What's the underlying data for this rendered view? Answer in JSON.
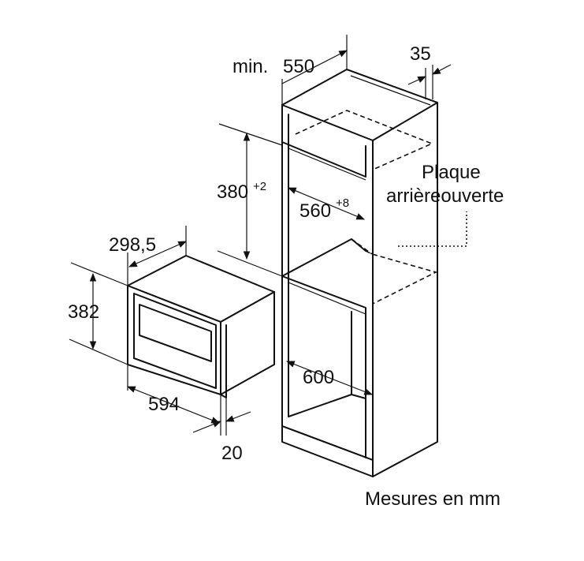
{
  "dimensions": {
    "min_depth_prefix": "min.",
    "min_depth": "550",
    "rear_gap": "35",
    "niche_height": "380",
    "niche_height_tol": "+2",
    "niche_width": "560",
    "niche_width_tol": "+8",
    "cabinet_width": "600",
    "appliance_depth": "298,5",
    "appliance_height": "382",
    "appliance_width": "594",
    "front_offset": "20"
  },
  "labels": {
    "back_panel_line1": "Plaque",
    "back_panel_line2": "arrièreouverte",
    "units_note": "Mesures en mm"
  }
}
